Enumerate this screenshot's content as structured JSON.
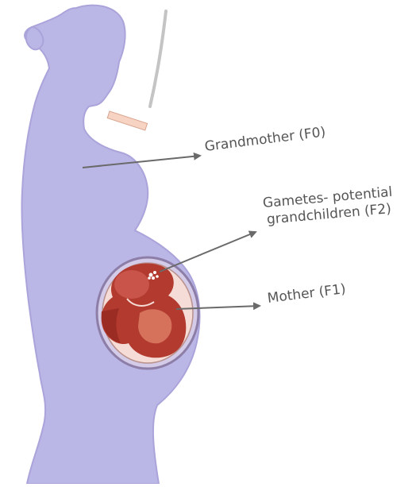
{
  "labels": {
    "grandmother": "Grandmother (F0)",
    "gametes_line1": "Gametes- potential",
    "gametes_line2": "grandchildren (F2)",
    "mother": "Mother (F1)"
  },
  "colors": {
    "silhouette": "#bab6e6",
    "silhouette_edge": "#aaa4da",
    "womb_outer": "#d3cbe8",
    "womb_inner": "#f6dcd6",
    "fetus": "#b23a2f",
    "fetus_light": "#d6715c",
    "cigarette": "#f6d3c2",
    "smoke": "#c4c4c4",
    "arrow": "#6a6a6a",
    "text": "#555555"
  }
}
